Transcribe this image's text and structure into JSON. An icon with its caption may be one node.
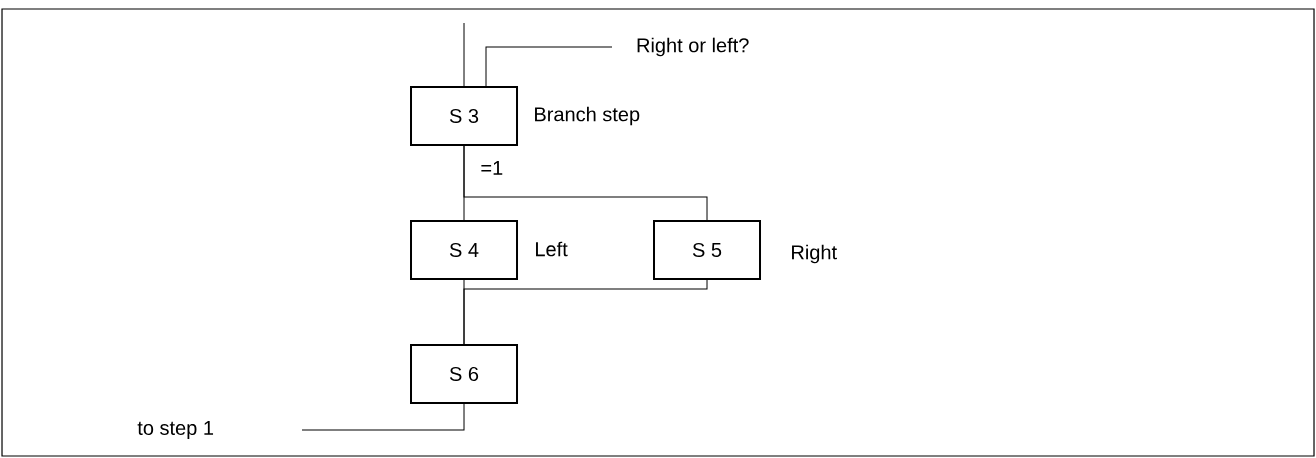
{
  "diagram": {
    "nodes": [
      {
        "text": [
          "Right or left?"
        ]
      },
      {
        "text": [
          "S 3"
        ],
        "beside": [
          "Branch step"
        ]
      },
      {
        "text": [
          "S 4"
        ],
        "beside": [
          "Left"
        ]
      },
      {
        "text": [
          "S 5"
        ],
        "beside": [
          "Right"
        ]
      },
      {
        "text": [
          "S 6"
        ]
      },
      {
        "text": [
          "to step 1"
        ]
      }
    ],
    "edges": [
      {
        "from": null,
        "to": 1,
        "arrow": "none"
      },
      {
        "from": 0,
        "to": 1,
        "arrow": "none"
      },
      {
        "from": 1,
        "to": 2,
        "arrow": "none"
      },
      {
        "from": 1,
        "to": 3,
        "arrow": "none"
      },
      {
        "from": 2,
        "to": 4,
        "arrow": "none"
      },
      {
        "from": 3,
        "to": 4,
        "arrow": "none"
      },
      {
        "from": 4,
        "to": 5,
        "arrow": "none"
      }
    ],
    "labels": [
      "=1"
    ]
  }
}
